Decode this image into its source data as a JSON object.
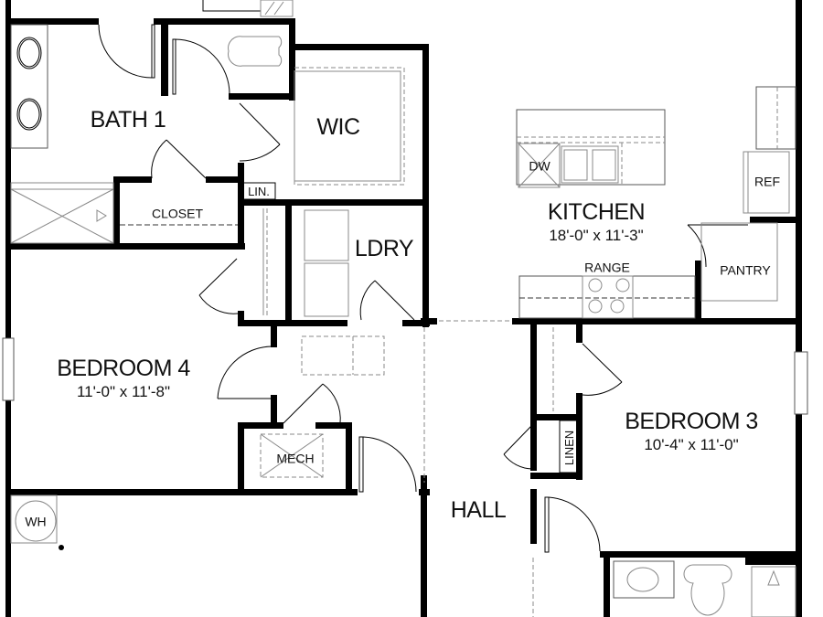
{
  "plan": {
    "rooms": {
      "bath1": {
        "name": "BATH 1"
      },
      "wic": {
        "name": "WIC"
      },
      "closet": {
        "name": "CLOSET"
      },
      "lin": {
        "name": "LIN."
      },
      "ldry": {
        "name": "LDRY"
      },
      "kitchen": {
        "name": "KITCHEN",
        "dims": "18'-0\" x 11'-3\""
      },
      "range": {
        "name": "RANGE"
      },
      "dw": {
        "name": "DW"
      },
      "ref": {
        "name": "REF"
      },
      "pantry": {
        "name": "PANTRY"
      },
      "bedroom4": {
        "name": "BEDROOM 4",
        "dims": "11'-0\" x 11'-8\""
      },
      "mech": {
        "name": "MECH"
      },
      "bedroom3": {
        "name": "BEDROOM 3",
        "dims": "10'-4\" x 11'-0\""
      },
      "linen": {
        "name": "LINEN"
      },
      "hall": {
        "name": "HALL"
      },
      "wh": {
        "name": "WH"
      }
    },
    "colors": {
      "wall": "#000000",
      "fixture": "#555555",
      "background": "#ffffff"
    }
  }
}
